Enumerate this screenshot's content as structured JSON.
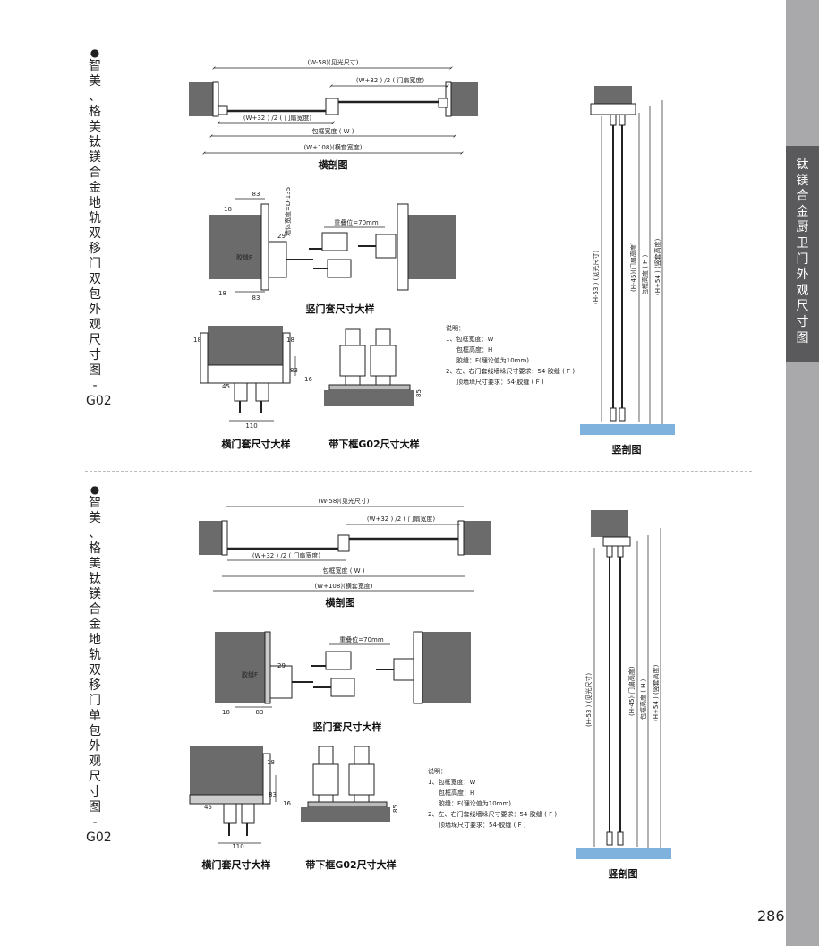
{
  "page_number": "286",
  "side_tab": {
    "label": "钛镁合金厨卫门外观尺寸图",
    "colors": {
      "bar": "#a9a9ab",
      "tab": "#5a5a5c"
    }
  },
  "sections": [
    {
      "title": "智美、格美钛镁合金地轨双移门双包外观尺寸图-G02",
      "horizontal_section": {
        "caption": "横剖图",
        "dim_visible_width": "(W-58)(见光尺寸)",
        "dim_leaf_right": "(W+32 ) /2 ( 门扇宽度)",
        "dim_leaf_left": "(W+32 ) /2 ( 门扇宽度)",
        "dim_frame_width": "包框宽度 ( W )",
        "dim_casing_width": "(W+108)(横套宽度)"
      },
      "vertical_casing_detail": {
        "caption": "竖门套尺寸大样",
        "dim_83_top": "83",
        "dim_83_bottom": "83",
        "dim_18_top": "18",
        "dim_18_bottom": "18",
        "dim_29": "29",
        "dim_wall": "墙体宽度=D-135",
        "label_gap": "胶缝F",
        "overlap": "重叠位=70mm"
      },
      "horizontal_casing_detail": {
        "caption": "横门套尺寸大样",
        "dim_18_left": "18",
        "dim_18_right": "18",
        "dim_83": "83",
        "dim_16": "16",
        "dim_45": "45",
        "dim_110": "110"
      },
      "bottom_frame_detail": {
        "caption": "带下框G02尺寸大样",
        "dim_85": "85"
      },
      "notes": {
        "heading": "说明：",
        "line1": "1、包框宽度：W",
        "line2": "包框高度：H",
        "line3": "胶缝：F(理论值为10mm)",
        "line4": "2、左、右门套线墙垛尺寸要求：54-胶缝 ( F )",
        "line5": "顶墙垛尺寸要求：54-胶缝 ( F )"
      },
      "vertical_section": {
        "caption": "竖剖图",
        "dim_visible_height": "(H-53 ) (见光尺寸)",
        "dim_leaf_height": "(H-45)(门扇高度)",
        "dim_frame_height": "包框高度 ( H )",
        "dim_casing_height": "(H+54 ) (竖套高度)"
      }
    },
    {
      "title": "智美、格美钛镁合金地轨双移门单包外观尺寸图-G02",
      "horizontal_section": {
        "caption": "横剖图",
        "dim_visible_width": "(W-58)(见光尺寸)",
        "dim_leaf_right": "(W+32 ) /2 ( 门扇宽度)",
        "dim_leaf_left": "(W+32 ) /2 ( 门扇宽度)",
        "dim_frame_width": "包框宽度 ( W )",
        "dim_casing_width": "(W+108)(横套宽度)"
      },
      "vertical_casing_detail": {
        "caption": "竖门套尺寸大样",
        "dim_83_bottom": "83",
        "dim_18_bottom": "18",
        "dim_29": "29",
        "label_gap": "胶缝F",
        "overlap": "重叠位=70mm"
      },
      "horizontal_casing_detail": {
        "caption": "横门套尺寸大样",
        "dim_18_right": "18",
        "dim_83": "83",
        "dim_16": "16",
        "dim_45": "45",
        "dim_110": "110"
      },
      "bottom_frame_detail": {
        "caption": "带下框G02尺寸大样",
        "dim_85": "85"
      },
      "notes": {
        "heading": "说明：",
        "line1": "1、包框宽度：W",
        "line2": "包框高度：H",
        "line3": "胶缝：F(理论值为10mm)",
        "line4": "2、左、右门套线墙垛尺寸要求：54-胶缝 ( F )",
        "line5": "顶墙垛尺寸要求：54-胶缝 ( F )"
      },
      "vertical_section": {
        "caption": "竖剖图",
        "dim_visible_height": "(H-53 ) (见光尺寸)",
        "dim_leaf_height": "(H-45)(门扇高度)",
        "dim_frame_height": "包框高度 ( H )",
        "dim_casing_height": "(H+54 ) (竖套高度)"
      }
    }
  ],
  "colors": {
    "wall": "#6b6b6b",
    "floor": "#7fb3dd",
    "line": "#222222"
  }
}
